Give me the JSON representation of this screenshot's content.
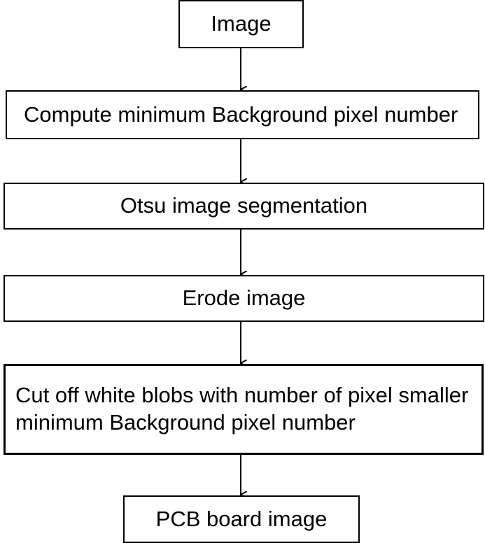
{
  "flowchart": {
    "steps": [
      {
        "text": "Image"
      },
      {
        "text": "Compute minimum Background pixel number"
      },
      {
        "text": "Otsu image segmentation"
      },
      {
        "text": "Erode image"
      },
      {
        "line1": "Cut off white blobs with number of pixel smaller",
        "line2": "minimum Background pixel number"
      },
      {
        "text": "PCB board image"
      }
    ]
  }
}
